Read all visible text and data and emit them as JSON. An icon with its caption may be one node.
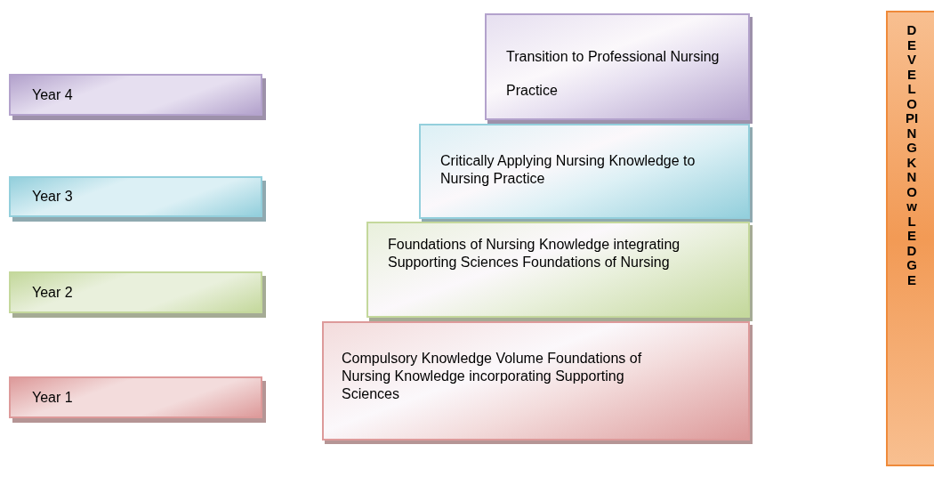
{
  "diagram": {
    "nodes": [
      {
        "text": [
          "Year 4"
        ]
      },
      {
        "text": [
          "Transition to Professional Nursing Practice"
        ]
      },
      {
        "text": [
          "Year 3"
        ]
      },
      {
        "text": [
          "Critically Applying Nursing Knowledge to Nursing Practice"
        ]
      },
      {
        "text": [
          "Year 2"
        ]
      },
      {
        "text": [
          "Foundations of Nursing Knowledge integrating Supporting Sciences Foundations of Nursing"
        ]
      },
      {
        "text": [
          "Year 1"
        ]
      },
      {
        "text": [
          "Compulsory Knowledge Volume Foundations of Nursing Knowledge incorporating Supporting Sciences"
        ]
      },
      {
        "text": [
          "DEVELOPINGKNOwLEDGE"
        ]
      }
    ],
    "edges": []
  }
}
